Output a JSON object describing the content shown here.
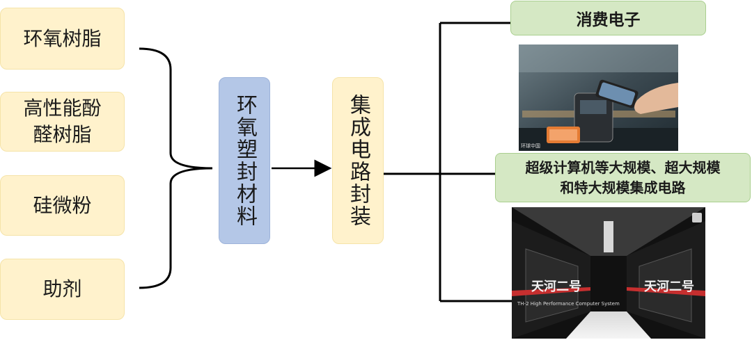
{
  "materials": [
    {
      "label": "环氧树脂"
    },
    {
      "label": "高性能酚\n醛树脂"
    },
    {
      "label": "硅微粉"
    },
    {
      "label": "助剂"
    }
  ],
  "middle": {
    "label": "环氧塑封材料"
  },
  "package": {
    "label": "集成电路封装"
  },
  "applications": [
    {
      "label": "消费电子"
    },
    {
      "label": "超级计算机等大规模、超大规模\n和特大规模集成电路"
    }
  ],
  "photo1": {
    "watermark": "环球中国"
  },
  "photo2": {
    "sign_left": "天河二号",
    "sign_right": "天河二号",
    "caption": "TH-2 High Performance Computer System"
  },
  "colors": {
    "yellow": "#fff2cc",
    "blue": "#b4c7e7",
    "green": "#d5e8c4",
    "line": "#000000"
  }
}
